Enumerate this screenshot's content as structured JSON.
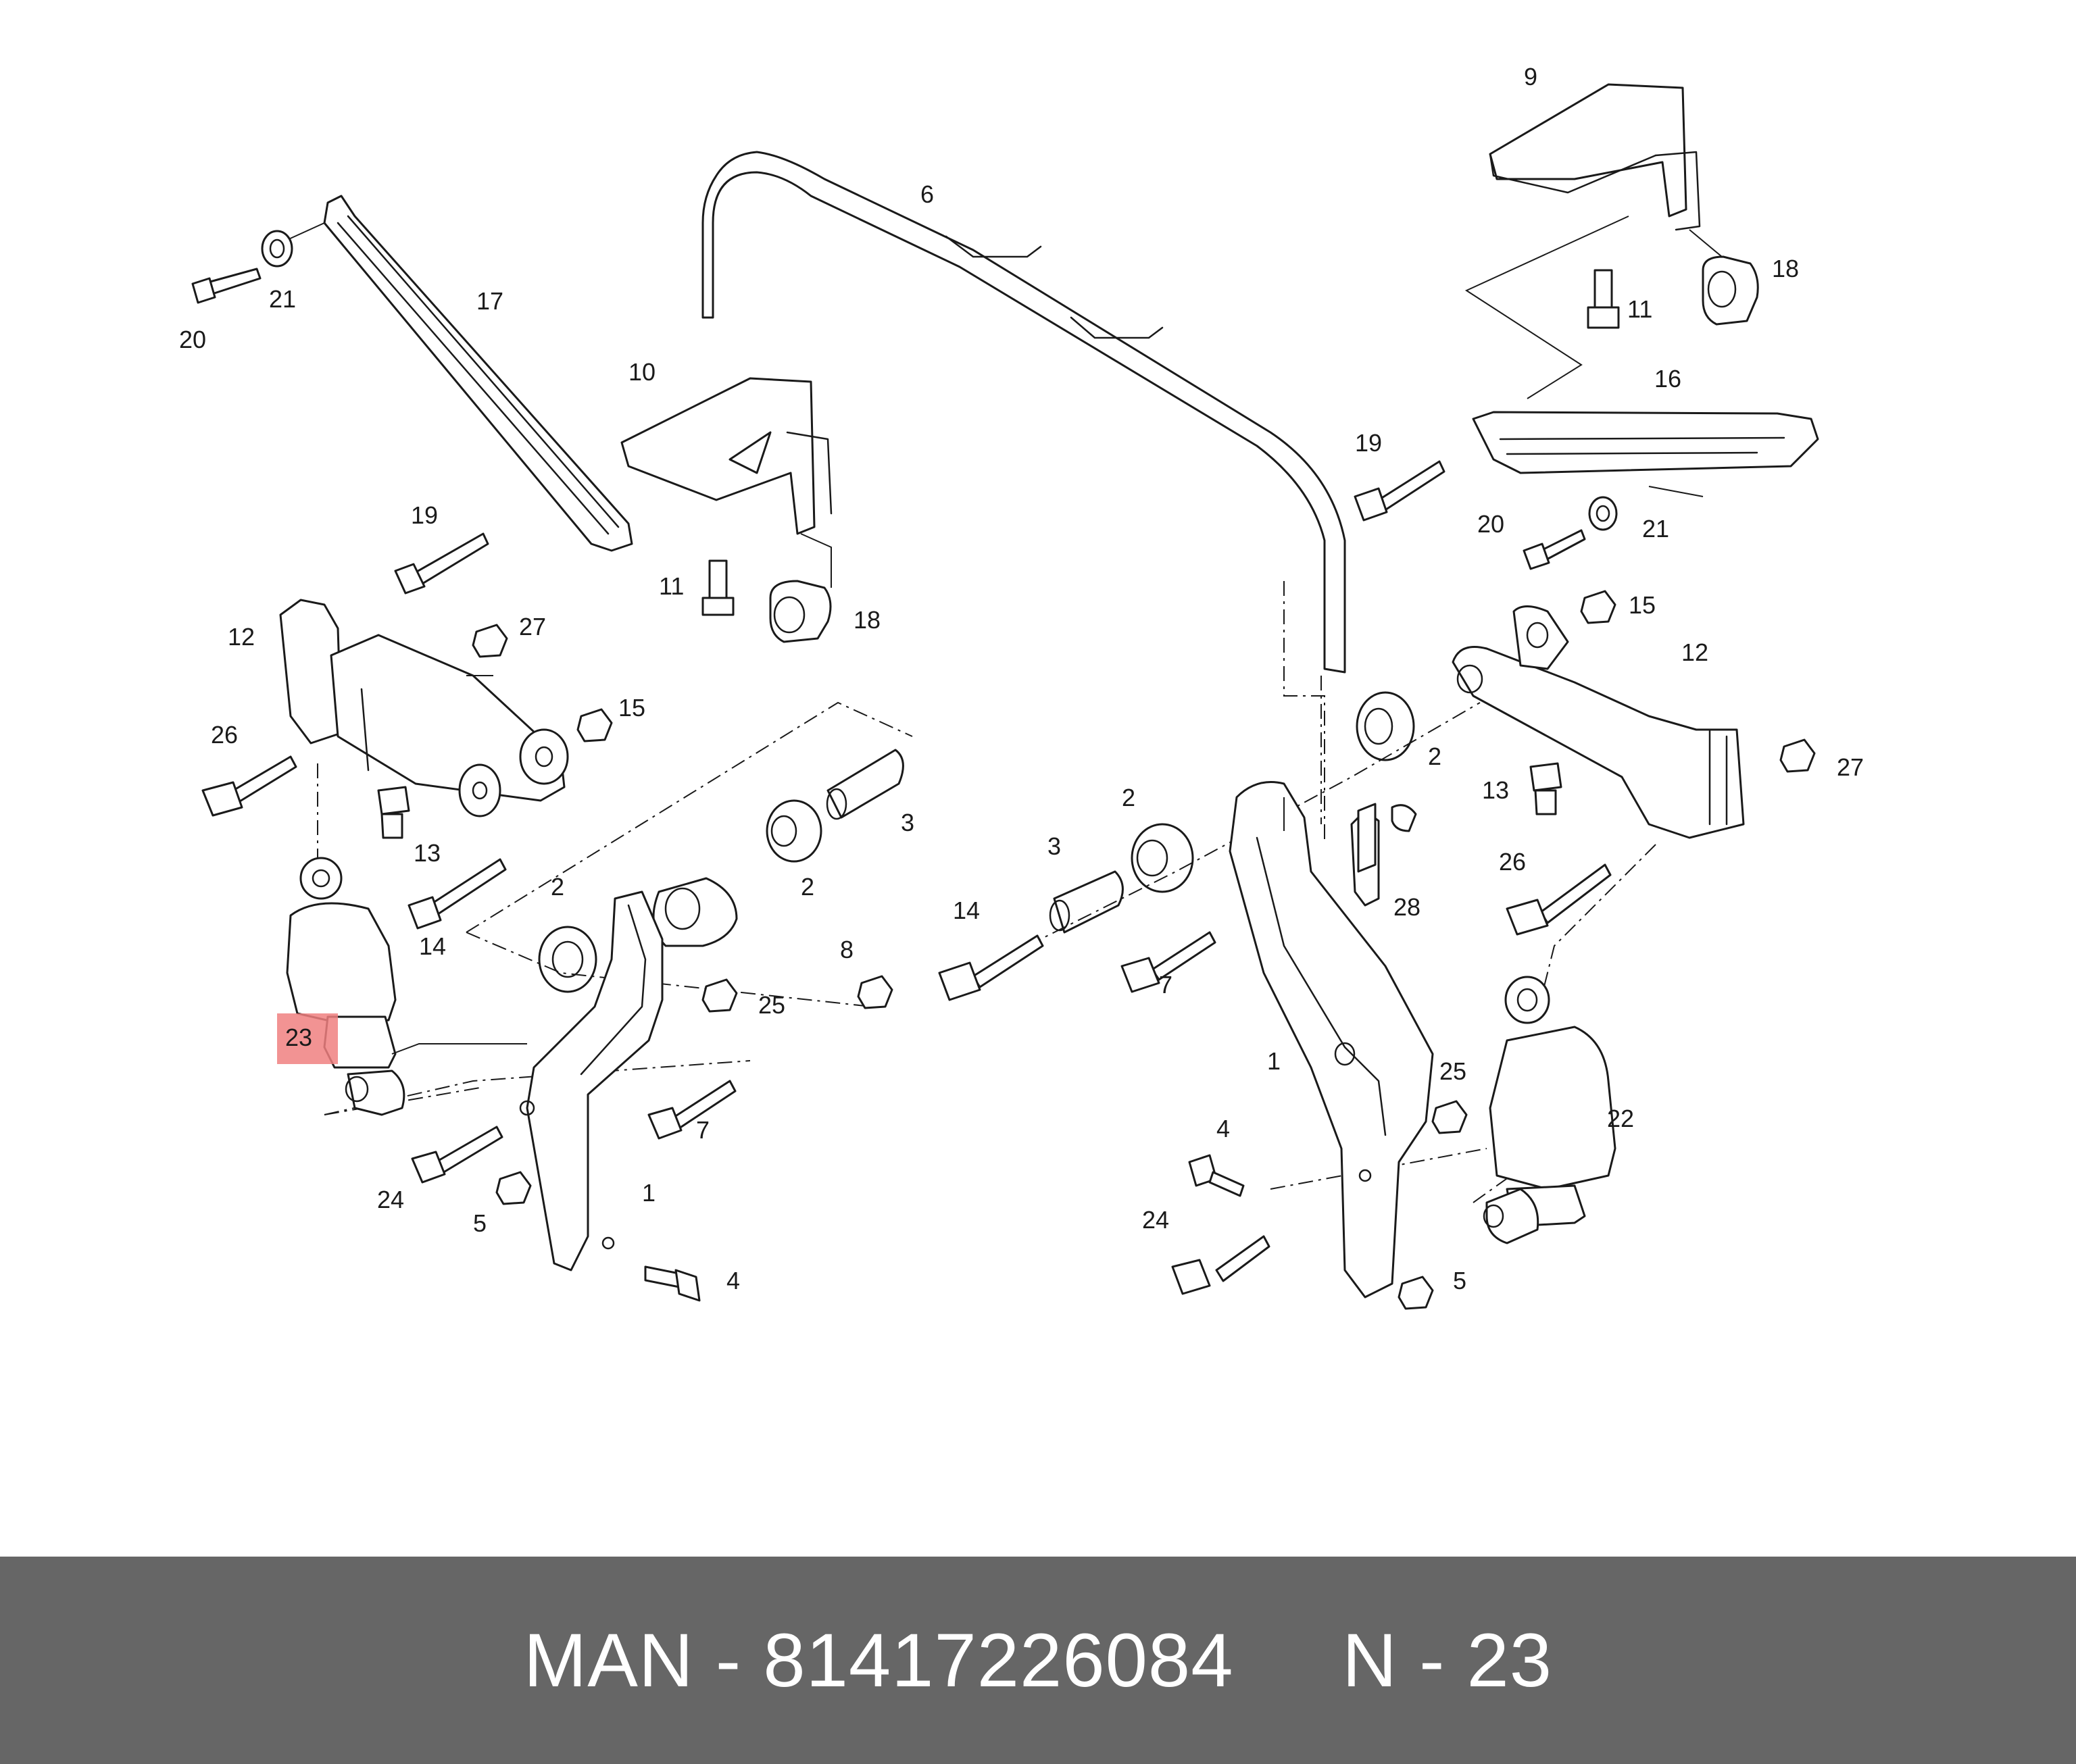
{
  "diagram": {
    "highlighted_part": "23",
    "colors": {
      "highlight": "#f08080",
      "footer_bg": "#666666",
      "line": "#1a1a1a"
    },
    "callouts": [
      {
        "id": "c-9",
        "label": "9"
      },
      {
        "id": "c-6",
        "label": "6"
      },
      {
        "id": "c-18a",
        "label": "18"
      },
      {
        "id": "c-11a",
        "label": "11"
      },
      {
        "id": "c-17",
        "label": "17"
      },
      {
        "id": "c-21a",
        "label": "21"
      },
      {
        "id": "c-20a",
        "label": "20"
      },
      {
        "id": "c-10",
        "label": "10"
      },
      {
        "id": "c-16",
        "label": "16"
      },
      {
        "id": "c-19a",
        "label": "19"
      },
      {
        "id": "c-19b",
        "label": "19"
      },
      {
        "id": "c-20b",
        "label": "20"
      },
      {
        "id": "c-21b",
        "label": "21"
      },
      {
        "id": "c-11b",
        "label": "11"
      },
      {
        "id": "c-18b",
        "label": "18"
      },
      {
        "id": "c-15a",
        "label": "15"
      },
      {
        "id": "c-12a",
        "label": "12"
      },
      {
        "id": "c-27a",
        "label": "27"
      },
      {
        "id": "c-12b",
        "label": "12"
      },
      {
        "id": "c-15b",
        "label": "15"
      },
      {
        "id": "c-26a",
        "label": "26"
      },
      {
        "id": "c-2a",
        "label": "2"
      },
      {
        "id": "c-27b",
        "label": "27"
      },
      {
        "id": "c-13a",
        "label": "13"
      },
      {
        "id": "c-3a",
        "label": "3"
      },
      {
        "id": "c-2b",
        "label": "2"
      },
      {
        "id": "c-13b",
        "label": "13"
      },
      {
        "id": "c-2c",
        "label": "2"
      },
      {
        "id": "c-2d",
        "label": "2"
      },
      {
        "id": "c-3b",
        "label": "3"
      },
      {
        "id": "c-26b",
        "label": "26"
      },
      {
        "id": "c-14a",
        "label": "14"
      },
      {
        "id": "c-14b",
        "label": "14"
      },
      {
        "id": "c-28",
        "label": "28"
      },
      {
        "id": "c-8",
        "label": "8"
      },
      {
        "id": "c-7a",
        "label": "7"
      },
      {
        "id": "c-25a",
        "label": "25"
      },
      {
        "id": "c-1a",
        "label": "1"
      },
      {
        "id": "c-25b",
        "label": "25"
      },
      {
        "id": "c-7b",
        "label": "7"
      },
      {
        "id": "c-22",
        "label": "22"
      },
      {
        "id": "c-4a",
        "label": "4"
      },
      {
        "id": "c-24a",
        "label": "24"
      },
      {
        "id": "c-1b",
        "label": "1"
      },
      {
        "id": "c-24b",
        "label": "24"
      },
      {
        "id": "c-5a",
        "label": "5"
      },
      {
        "id": "c-5b",
        "label": "5"
      },
      {
        "id": "c-4b",
        "label": "4"
      }
    ]
  },
  "footer": {
    "brand": "MAN",
    "separator": " - ",
    "part_number": "81417226084",
    "position_label": "N - 23"
  }
}
